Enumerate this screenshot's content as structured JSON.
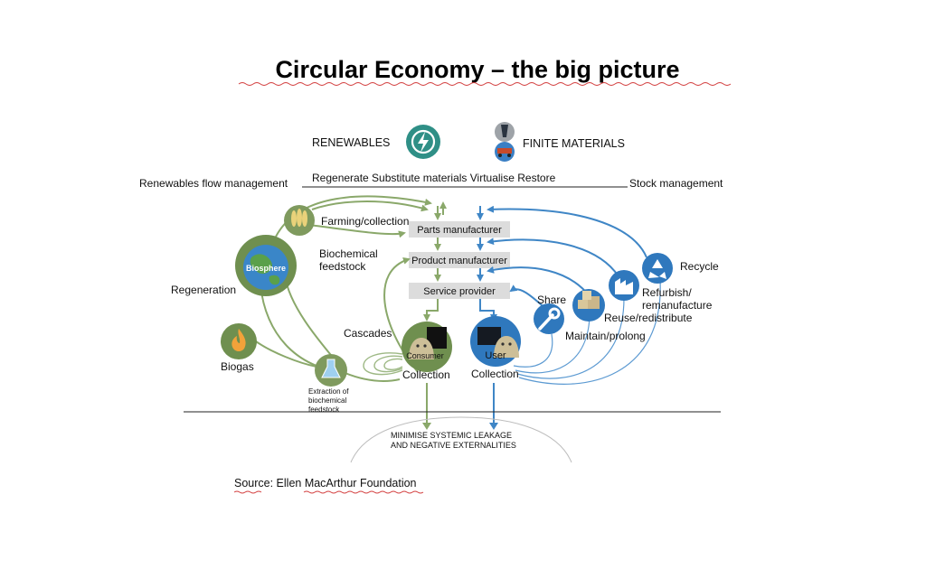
{
  "title": "Circular Economy – the big picture",
  "source": "Source: Ellen MacArthur Foundation",
  "header": {
    "renewables": "RENEWABLES",
    "finite_materials": "FINITE MATERIALS",
    "renewables_flow": "Renewables flow management",
    "strategies": "Regenerate  Substitute materials Virtualise  Restore",
    "stock_management": "Stock management"
  },
  "chain": {
    "parts": "Parts manufacturer",
    "product": "Product manufacturer",
    "service": "Service provider"
  },
  "biological": {
    "farming": "Farming/collection",
    "biochemical_1": "Biochemical",
    "biochemical_2": "feedstock",
    "biosphere": "Biosphere",
    "regeneration": "Regeneration",
    "biogas": "Biogas",
    "cascades": "Cascades",
    "extraction_1": "Extraction of",
    "extraction_2": "biochemical",
    "extraction_3": "feedstock",
    "consumer": "Consumer",
    "collection": "Collection"
  },
  "technical": {
    "user": "User",
    "collection": "Collection",
    "share": "Share",
    "maintain": "Maintain/prolong",
    "reuse": "Reuse/redistribute",
    "refurbish_1": "Refurbish/",
    "refurbish_2": "remanufacture",
    "recycle": "Recycle"
  },
  "bottom": {
    "leakage_1": "MINIMISE SYSTEMIC LEAKAGE",
    "leakage_2": "AND NEGATIVE EXTERNALITIES"
  },
  "colors": {
    "biological": "#8aa86a",
    "technical": "#3f86c6",
    "renewables_icon": "#2f8f86",
    "node_green": "#6f8f4f",
    "node_blue": "#2f78bd"
  },
  "icons": [
    "renewables-icon",
    "finite-materials-icon",
    "wheat-icon",
    "globe-icon",
    "fire-icon",
    "flask-icon",
    "consumer-icon",
    "user-icon",
    "wrench-icon",
    "boxes-icon",
    "factory-icon",
    "recycle-icon"
  ]
}
